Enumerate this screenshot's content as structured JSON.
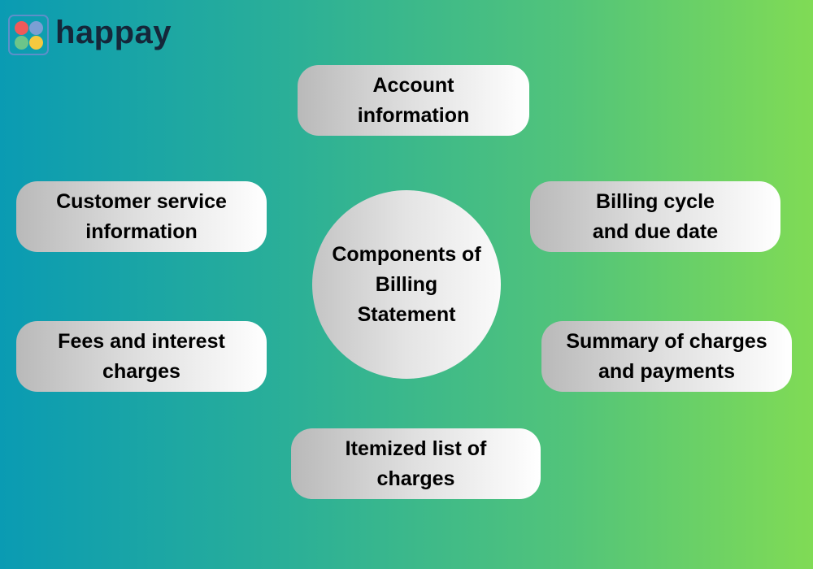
{
  "logo": {
    "text": "happay"
  },
  "center": {
    "title": "Components of Billing Statement"
  },
  "nodes": [
    {
      "label": "Account information"
    },
    {
      "label": "Customer service information"
    },
    {
      "label": "Billing cycle and due date"
    },
    {
      "label": "Fees and interest charges"
    },
    {
      "label": "Summary of charges and payments"
    },
    {
      "label": "Itemized list of charges"
    }
  ],
  "colors": {
    "bg_left": "#0a9bb3",
    "bg_right": "#80db55",
    "logo_text": "#15273a"
  }
}
